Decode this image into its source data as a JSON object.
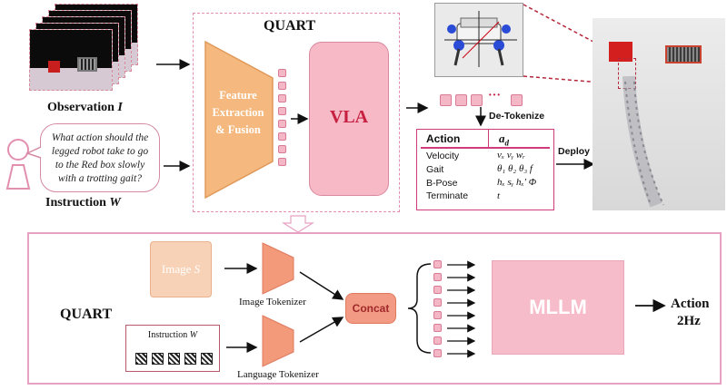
{
  "top": {
    "observation_label": "Observation",
    "observation_var": "I",
    "instruction_text": "What action should the legged robot take to go to the Red box slowly with a trotting gait?",
    "instruction_label": "Instruction",
    "instruction_var": "W",
    "quart_title": "QUART",
    "feature_label": "Feature Extraction & Fusion",
    "vla_label": "VLA",
    "detokenize_label": "De-Tokenize",
    "ellipsis": "···",
    "deploy_label": "Deploy",
    "action_table": {
      "header_left": "Action",
      "header_right_base": "a",
      "header_right_sub": "d",
      "rows": [
        {
          "name": "Velocity",
          "value": "vₓ vᵧ wᵣ"
        },
        {
          "name": "Gait",
          "value": "θ₁ θ₂ θ₃ f"
        },
        {
          "name": "B-Pose",
          "value": "hₓ sᵧ hₓ′ Φ"
        },
        {
          "name": "Terminate",
          "value": "t"
        }
      ]
    }
  },
  "bottom": {
    "quart_label": "QUART",
    "image_label": "Image",
    "image_var": "S",
    "instruction_label": "Instruction",
    "instruction_var": "W",
    "image_tokenizer": "Image Tokenizer",
    "language_tokenizer": "Language Tokenizer",
    "concat_label": "Concat",
    "mllm_label": "MLLM",
    "action_label": "Action",
    "rate_label": "2Hz"
  },
  "colors": {
    "pink_border": "#e58db2",
    "token_fill": "#f4b7c5",
    "vla_fill": "#f7b9c6",
    "feature_fill": "#f5b97f",
    "concat_fill": "#f29a83",
    "mllm_fill": "#f7bcc9",
    "table_border": "#cf3b7c"
  }
}
